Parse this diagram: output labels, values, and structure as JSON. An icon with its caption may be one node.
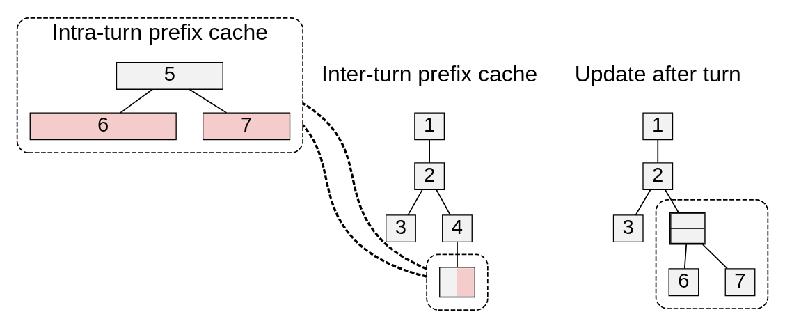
{
  "diagram": {
    "nodes": [
      {
        "text": [
          "1"
        ]
      },
      {
        "text": [
          "2"
        ]
      },
      {
        "text": [
          "3"
        ]
      },
      {
        "text": [
          "4"
        ]
      },
      {
        "text": [],
        "shape": "box"
      },
      {
        "text": [],
        "shape": "box",
        "in": 4
      },
      {
        "text": [
          "Intra-turn prefix cache"
        ]
      },
      {
        "text": [
          "5"
        ],
        "in": 6
      },
      {
        "text": [
          "6"
        ],
        "in": 6
      },
      {
        "text": [
          "7"
        ],
        "in": 6
      },
      {
        "text": [
          "1"
        ]
      },
      {
        "text": [
          "2"
        ]
      },
      {
        "text": [
          "3"
        ]
      },
      {
        "text": [],
        "shape": "box"
      },
      {
        "text": [],
        "shape": "box",
        "in": 13
      },
      {
        "text": [
          "6"
        ],
        "in": 13
      },
      {
        "text": [
          "7"
        ],
        "in": 13
      }
    ],
    "edges": [
      {
        "from": 0,
        "to": 1,
        "arrow": "none"
      },
      {
        "from": 1,
        "to": 2,
        "arrow": "none"
      },
      {
        "from": 1,
        "to": 3,
        "arrow": "none"
      },
      {
        "from": 3,
        "to": 5,
        "arrow": "none"
      },
      {
        "from": 4,
        "to": 6,
        "arrow": "none",
        "style": "dashed"
      },
      {
        "from": 4,
        "to": 6,
        "arrow": "none",
        "style": "dashed"
      },
      {
        "from": 7,
        "to": 8,
        "arrow": "none"
      },
      {
        "from": 7,
        "to": 9,
        "arrow": "none"
      },
      {
        "from": 10,
        "to": 11,
        "arrow": "none"
      },
      {
        "from": 11,
        "to": 12,
        "arrow": "none"
      },
      {
        "from": 11,
        "to": 14,
        "arrow": "none"
      },
      {
        "from": 14,
        "to": 15,
        "arrow": "none"
      },
      {
        "from": 14,
        "to": 16,
        "arrow": "none"
      }
    ],
    "labels": [
      "Inter-turn prefix cache",
      "Update after turn"
    ]
  }
}
